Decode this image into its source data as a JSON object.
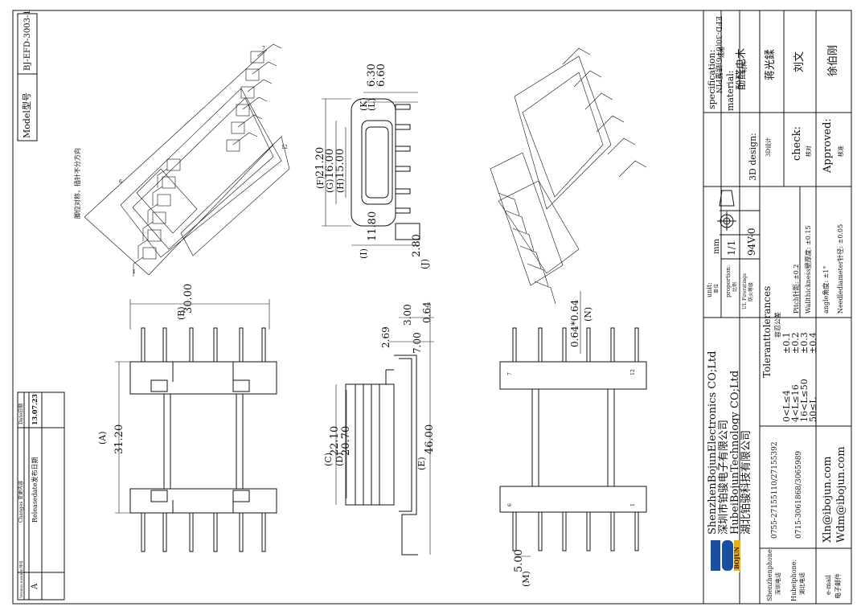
{
  "model_box": {
    "label": "Model型号",
    "value": "BJ-EFD-3003-1"
  },
  "note": "脚位对称，插针不分方向",
  "changes_table": {
    "headers": {
      "version": "Version number/序号",
      "change": "Changes 变更内容",
      "date": "Date日期"
    },
    "row": {
      "version": "A",
      "change": "Releasedate发布日期",
      "date": "13.07.23"
    }
  },
  "dimensions": {
    "A": "(A)",
    "A_val": "31.20",
    "B": "(B)",
    "B_val": "30.00",
    "C": "(C)",
    "C_val": "22.10",
    "D": "(D)",
    "D_val": "20.70",
    "E": "(E)",
    "E_val": "46.00",
    "F": "(F)",
    "F_val": "21.20",
    "G": "(G)",
    "G_val": "16.00",
    "H": "(H)",
    "H_val": "15.00",
    "I": "(I)",
    "I_val": "11.80",
    "J": "(J)",
    "J_val": "2.80",
    "K": "(K)",
    "K_val": "6.30",
    "L": "(L)",
    "L_val": "6.60",
    "M": "(M)",
    "M_val": "5.00",
    "N": "(N)",
    "N_val": "0.64*0.64",
    "side1": "2.69",
    "side2": "3.00",
    "side3": "7.00",
    "side4": "0.64"
  },
  "pin_labels": {
    "p1": "1",
    "p6": "6",
    "p7": "7",
    "p12": "12"
  },
  "title_block": {
    "spec_label": "specification:",
    "spec_cn": "规格",
    "spec_value": "EFD-30(6+6)螃蟹PIN",
    "material_label": "material:",
    "material_cn": "材料",
    "material_value": "酚醛电木",
    "design_label": "3D design:",
    "design_cn": "3D设计",
    "design_value": "蒋光鍒",
    "check_label": "check:",
    "check_cn": "核对",
    "check_value": "刘文",
    "approved_label": "Approved:",
    "approved_cn": "核准",
    "approved_value": "徐伯刚",
    "unit_label": "unit:",
    "unit_cn": "单位",
    "unit_value": "mm",
    "proportion_label": "proportion:",
    "proportion_cn": "比例",
    "proportion_value": "1/1",
    "fire_label": "UL Fireratings",
    "fire_cn": "防火等级",
    "fire_value": "94V-0",
    "tol_label": "Toleranttolerances",
    "tol_cn": "容忍公差",
    "tol_rows": [
      {
        "range": "0<L≤4",
        "value": "±0.1"
      },
      {
        "range": "4<L≤16",
        "value": "±0.2"
      },
      {
        "range": "16<L≤50",
        "value": "±0.3"
      },
      {
        "range": "50≤L",
        "value": "±0.4"
      }
    ],
    "tol_notes": [
      "Pitch针距: ±0.2",
      "Wallthickness壁厚度: ±0.15",
      "angle角度: ±1°",
      "Needlediameter针径: ±0.05"
    ],
    "company": [
      "ShenzhenBojunElectronics CO;Ltd",
      "深圳市铂骏电子有限公司",
      "HubeiBojunTechnology CO;Ltd",
      "湖北铂骏科技有限公司"
    ],
    "logo": "BOJUN",
    "sz_phone_label": "Shenzhenphone:",
    "sz_phone_cn": "深圳电话",
    "sz_phone": "0755-27155110/27155392",
    "hb_phone_label": "Hubeiphone:",
    "hb_phone_cn": "湖北电话",
    "hb_phone": "0715-3061868/3065989",
    "email_label": "e-mail",
    "email_cn": "电子邮件",
    "email1": "Xln@ibojun.com",
    "email2": "Wdm@ibojun.com"
  }
}
